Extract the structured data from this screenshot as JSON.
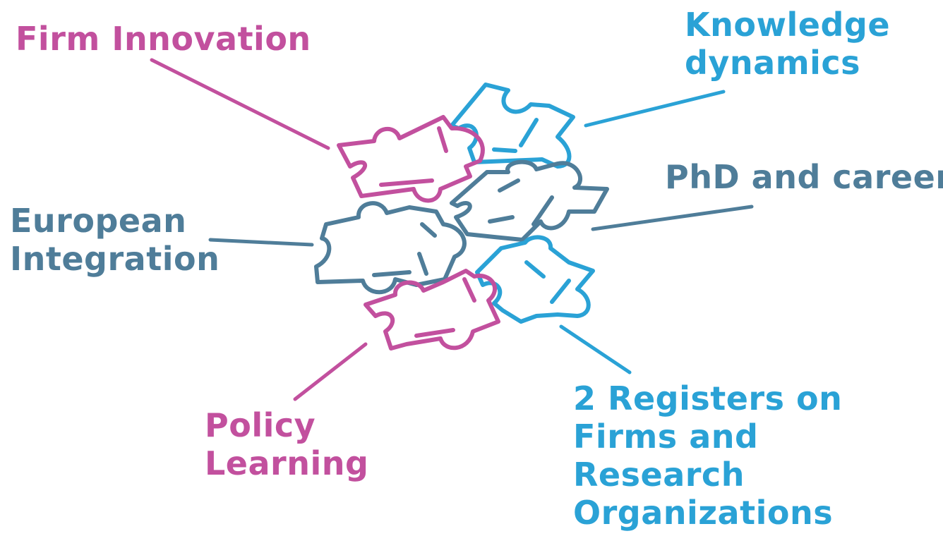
{
  "colors": {
    "magenta": "#c2509e",
    "cyan": "#2aa2d6",
    "slate": "#4f7d99"
  },
  "labels": {
    "firm_innovation": "Firm Innovation",
    "knowledge_dynamics": [
      "Knowledge",
      "dynamics"
    ],
    "phd_careers": "PhD and careers",
    "european_integration": [
      "European",
      "Integration"
    ],
    "policy_learning": [
      "Policy",
      "Learning"
    ],
    "registers": [
      "2 Registers on",
      "Firms and",
      "Research",
      "Organizations"
    ]
  }
}
